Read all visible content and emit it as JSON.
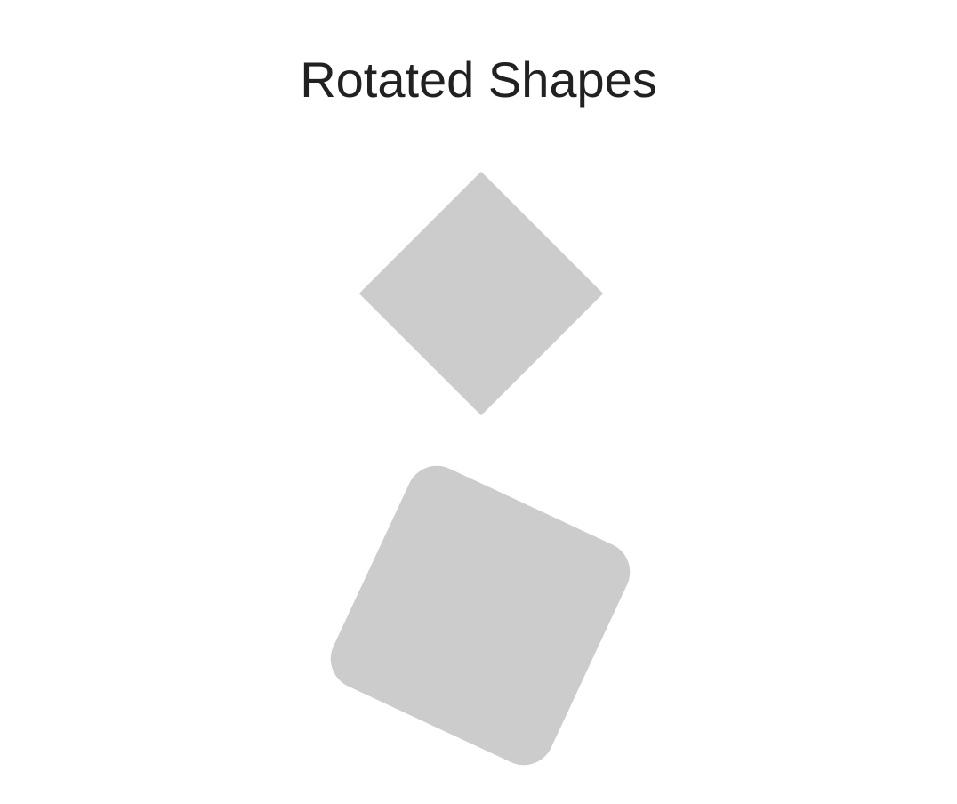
{
  "title": "Rotated Shapes",
  "colors": {
    "background": "#ffffff",
    "title_text": "#212121",
    "shape_fill": "#cccccc"
  },
  "shapes": [
    {
      "name": "diamond",
      "rotation_deg": 45
    },
    {
      "name": "rounded-square",
      "rotation_deg": 25
    }
  ]
}
